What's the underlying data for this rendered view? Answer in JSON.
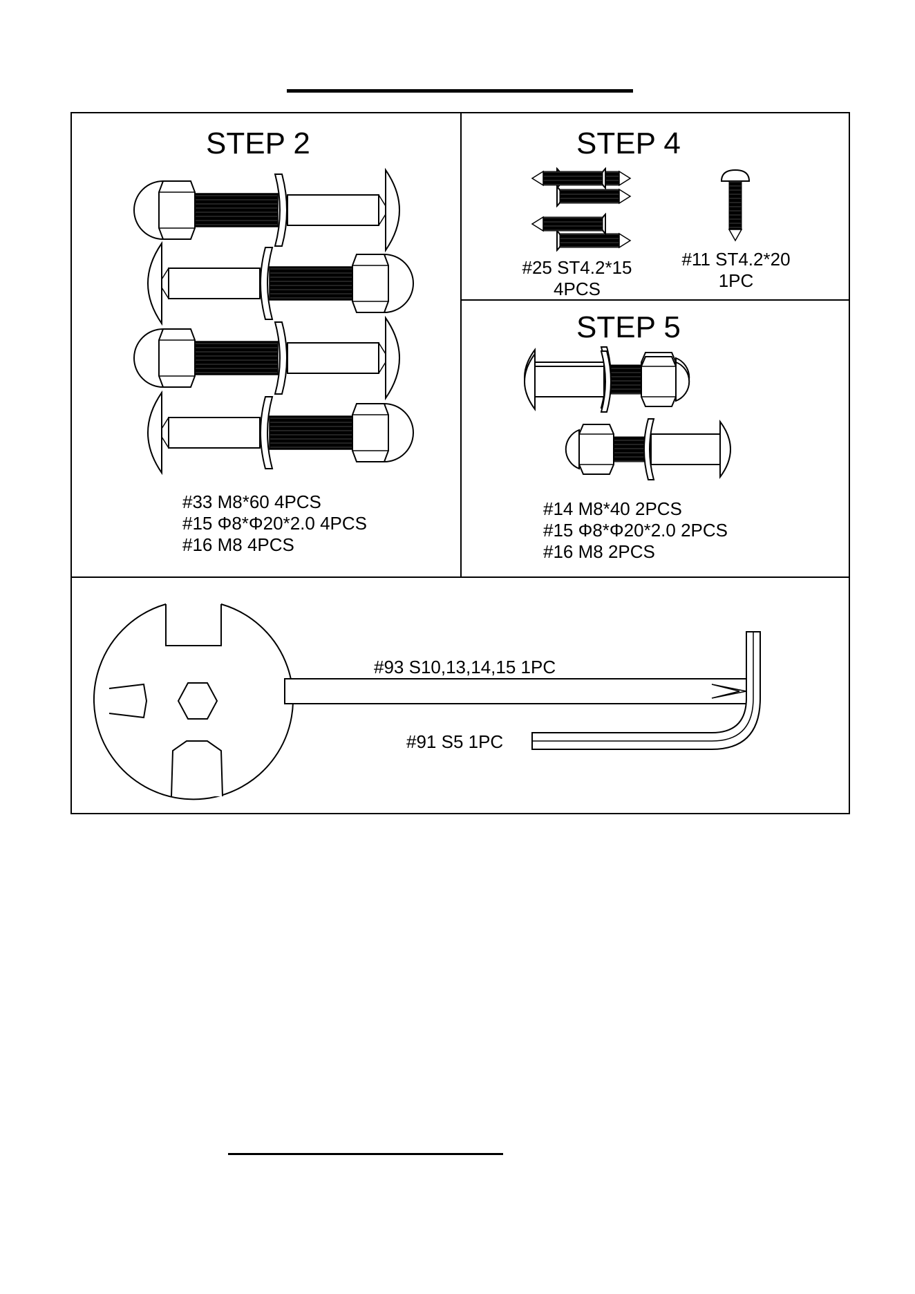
{
  "step2": {
    "title": "STEP 2",
    "lines": [
      "#33 M8*60 4PCS",
      "#15 Φ8*Φ20*2.0 4PCS",
      "#16 M8 4PCS"
    ]
  },
  "step4": {
    "title": "STEP 4",
    "left_label": [
      "#25 ST4.2*15",
      "4PCS"
    ],
    "right_label": [
      "#11 ST4.2*20",
      "1PC"
    ]
  },
  "step5": {
    "title": "STEP 5",
    "lines": [
      "#14 M8*40 2PCS",
      "#15 Φ8*Φ20*2.0 2PCS",
      "#16 M8 2PCS"
    ]
  },
  "tools": {
    "wrench_label": "#93 S10,13,14,15 1PC",
    "allen_key_label": "#91 S5 1PC"
  }
}
